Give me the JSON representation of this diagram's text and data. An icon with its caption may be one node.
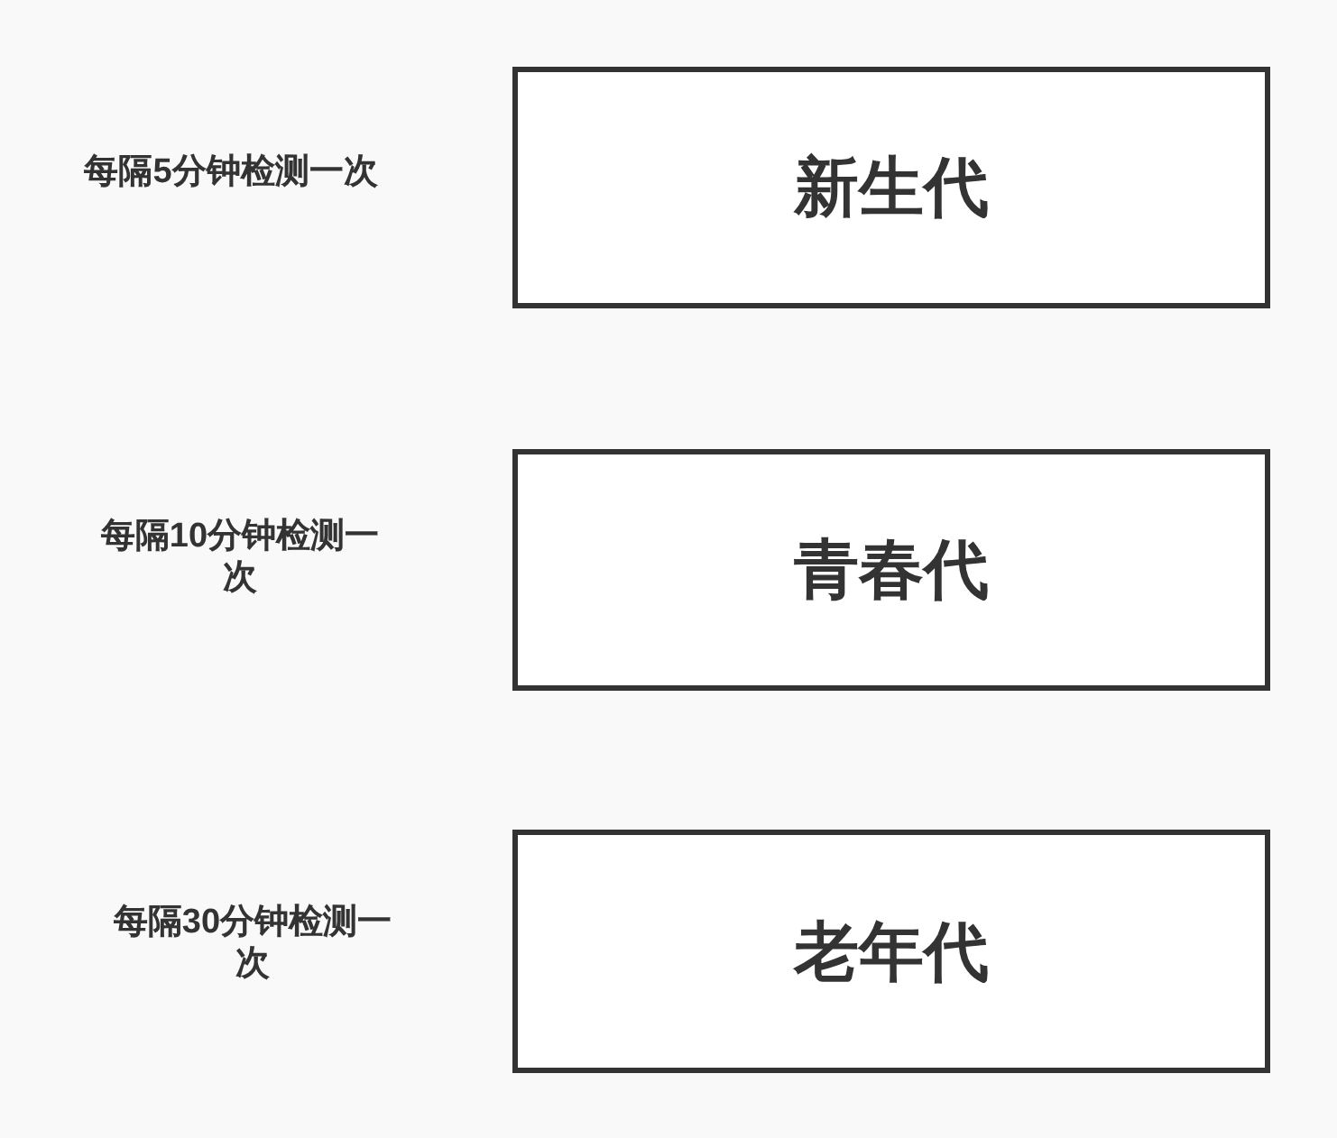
{
  "diagram": {
    "nodes": [
      {
        "text": [
          "新生代"
        ],
        "beside": [
          "每隔5分钟检测一次"
        ]
      },
      {
        "text": [
          "青春代"
        ],
        "beside": [
          "每隔10分钟检测一次"
        ]
      },
      {
        "text": [
          "老年代"
        ],
        "beside": [
          "每隔30分钟检测一次"
        ]
      }
    ]
  }
}
